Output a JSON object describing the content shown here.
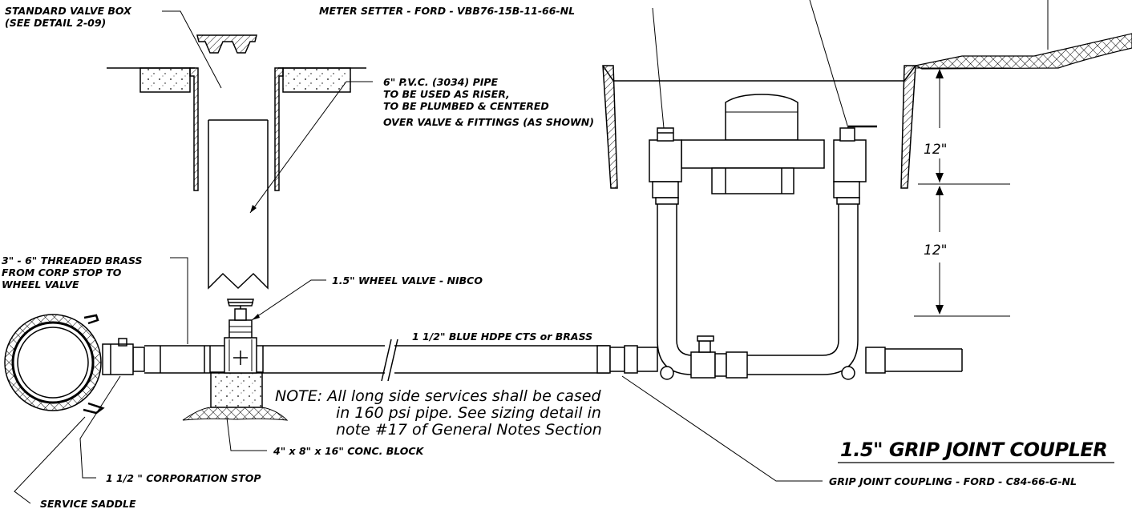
{
  "labels": {
    "valve_box_1": "STANDARD VALVE BOX",
    "valve_box_2": "(SEE DETAIL 2-09)",
    "meter_setter": "METER SETTER - FORD - VBB76-15B-11-66-NL",
    "pvc_1": "6\" P.V.C. (3034) PIPE",
    "pvc_2": "TO BE USED AS RISER,",
    "pvc_3": "TO BE PLUMBED & CENTERED",
    "pvc_4": "OVER VALVE & FITTINGS (AS SHOWN)",
    "brass_1": "3\" - 6\" THREADED BRASS",
    "brass_2": "FROM CORP STOP TO",
    "brass_3": "WHEEL VALVE",
    "wheel_valve": "1.5\" WHEEL VALVE - NIBCO",
    "hdpe": "1 1/2\"  BLUE HDPE CTS or BRASS",
    "conc_block": "4\" x 8\" x 16\" CONC. BLOCK",
    "corp_stop": "1 1/2 \"  CORPORATION STOP",
    "service_saddle": "SERVICE SADDLE",
    "grip_coupling": "GRIP JOINT COUPLING - FORD - C84-66-G-NL"
  },
  "note": {
    "line1": "NOTE: All long side services shall be cased",
    "line2": "in 160 psi pipe. See sizing detail in",
    "line3": "note #17 of General Notes Section"
  },
  "dimensions": {
    "upper": "12\"",
    "lower": "12\""
  },
  "title": "1.5\" GRIP JOINT COUPLER"
}
